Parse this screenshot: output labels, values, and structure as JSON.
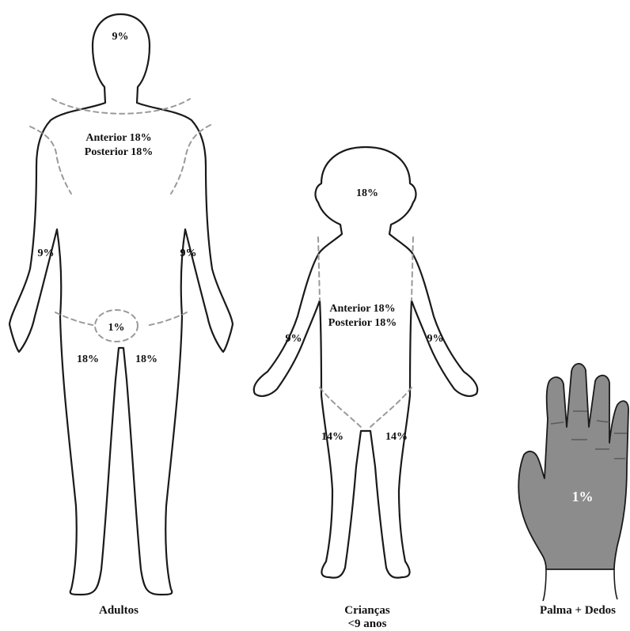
{
  "colors": {
    "outline": "#1a1a1a",
    "dash": "#9a9a9a",
    "hand_fill": "#8c8c8c",
    "hand_label": "#ffffff"
  },
  "adult": {
    "head": "9%",
    "trunk_anterior": "Anterior 18%",
    "trunk_posterior": "Posterior 18%",
    "arm_left": "9%",
    "arm_right": "9%",
    "perineum": "1%",
    "leg_left": "18%",
    "leg_right": "18%",
    "caption": "Adultos"
  },
  "child": {
    "head": "18%",
    "trunk_anterior": "Anterior 18%",
    "trunk_posterior": "Posterior 18%",
    "arm_left": "9%",
    "arm_right": "9%",
    "leg_left": "14%",
    "leg_right": "14%",
    "caption_line1": "Crianças",
    "caption_line2": "<9 anos"
  },
  "hand": {
    "value": "1%",
    "caption": "Palma + Dedos"
  }
}
